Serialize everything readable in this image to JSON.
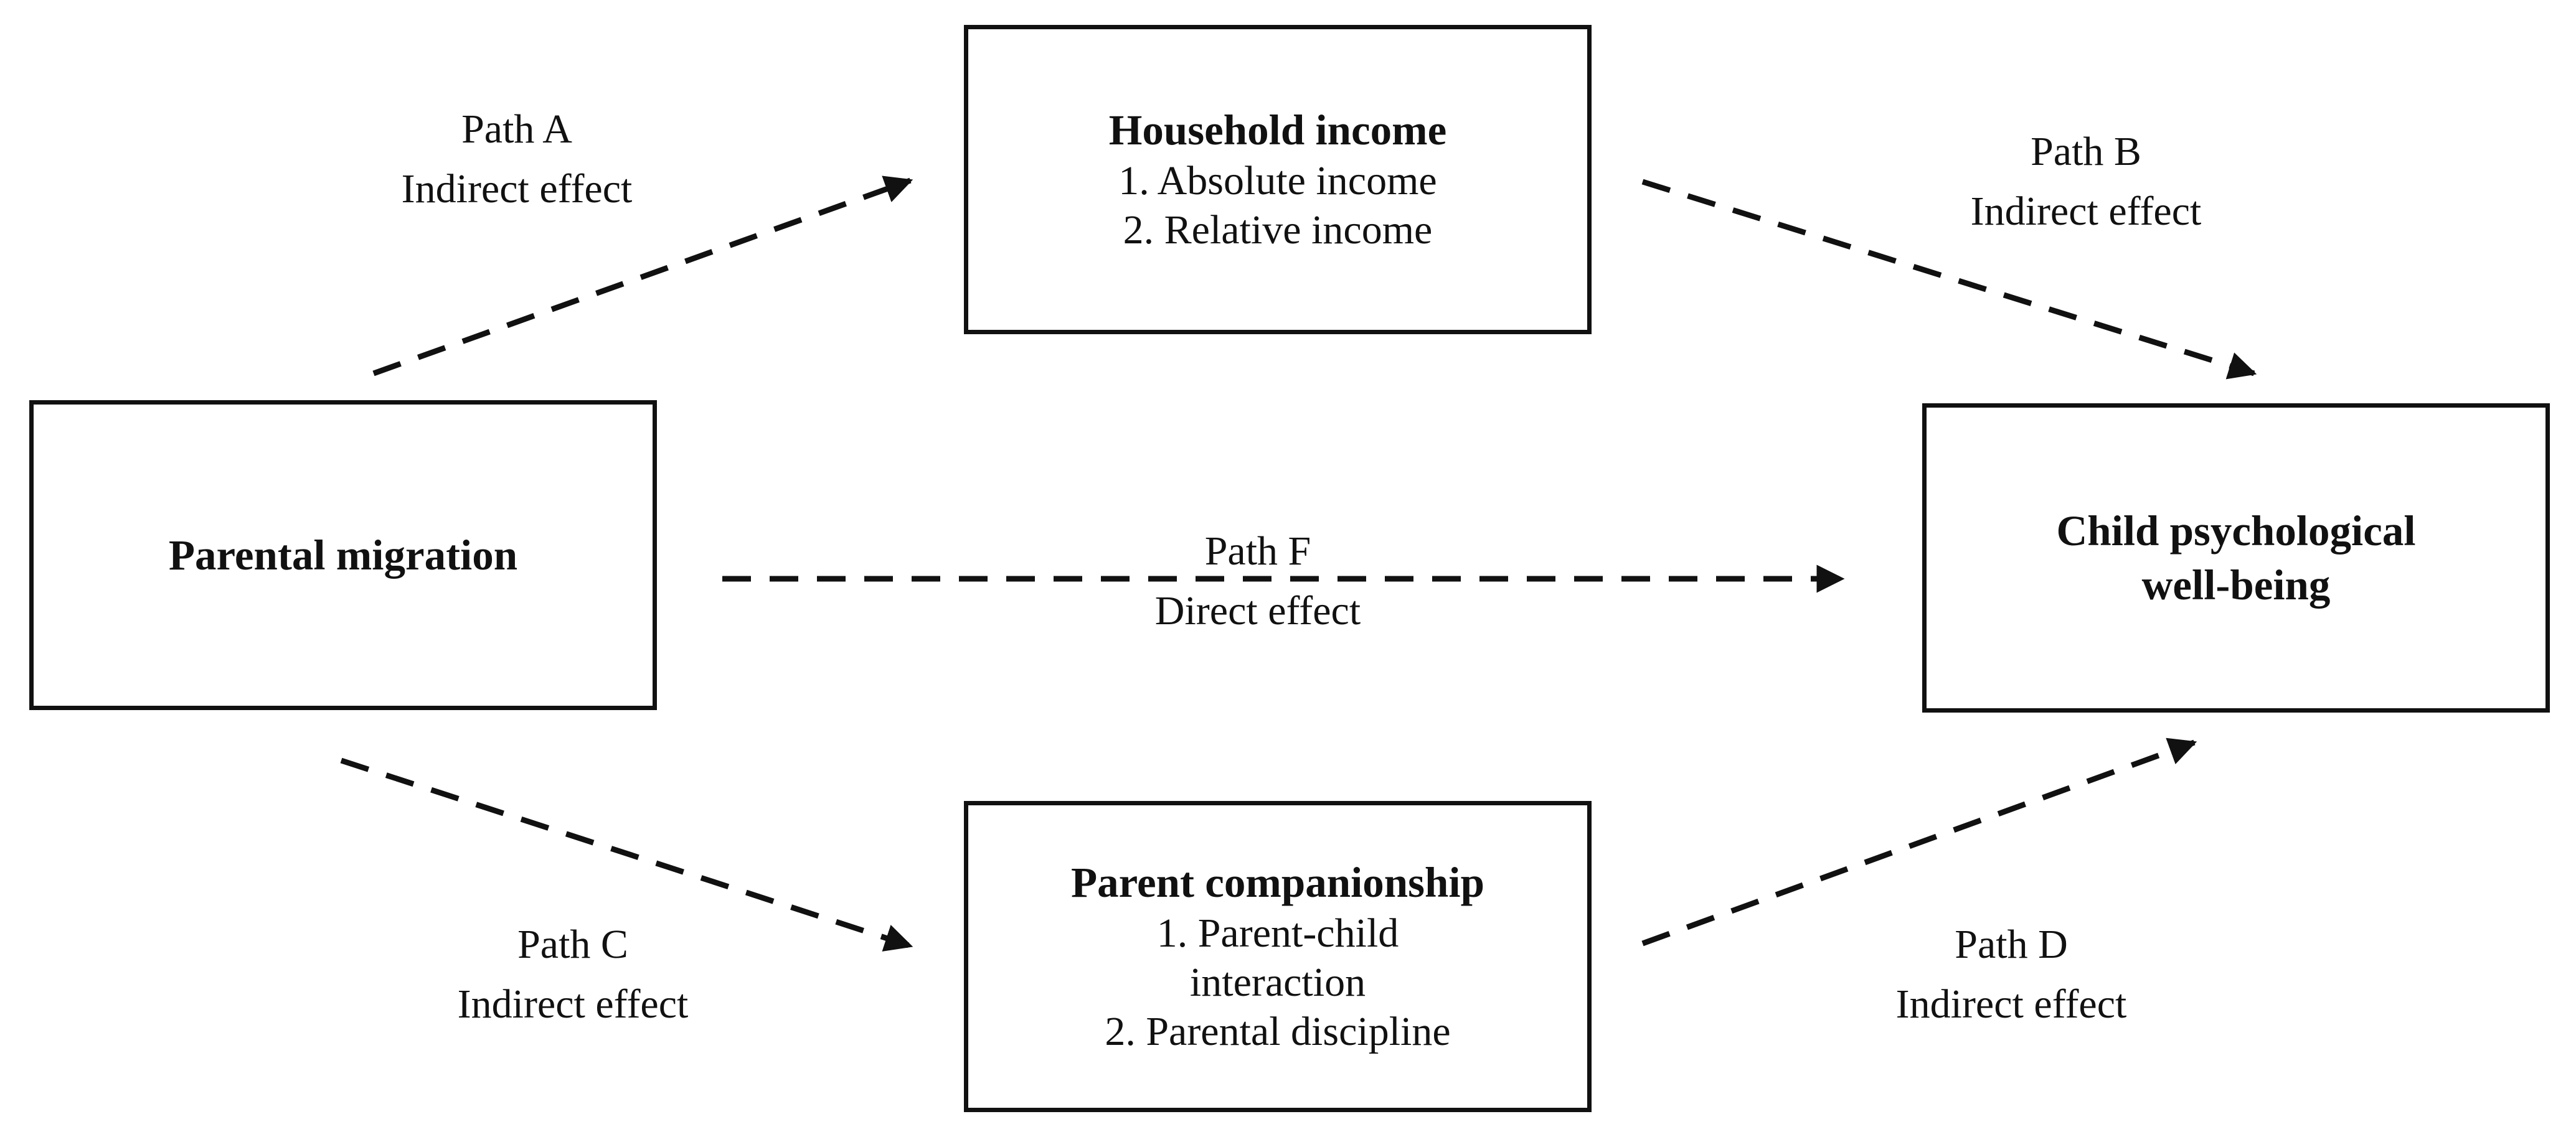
{
  "nodes": {
    "household_income": {
      "title": "Household income",
      "items": [
        "1. Absolute income",
        "2. Relative income"
      ]
    },
    "parental_migration": {
      "title": "Parental migration"
    },
    "child_wellbeing": {
      "title_lines": [
        "Child psychological",
        "well-being"
      ]
    },
    "parent_companionship": {
      "title": "Parent companionship",
      "items": [
        "1. Parent-child",
        "interaction",
        "2. Parental discipline"
      ]
    }
  },
  "paths": {
    "a": {
      "name": "Path A",
      "effect": "Indirect effect"
    },
    "b": {
      "name": "Path B",
      "effect": "Indirect effect"
    },
    "c": {
      "name": "Path C",
      "effect": "Indirect effect"
    },
    "d": {
      "name": "Path D",
      "effect": "Indirect effect"
    },
    "f": {
      "name": "Path F",
      "effect": "Direct effect"
    }
  },
  "colors": {
    "line": "#111111",
    "background": "#ffffff"
  }
}
